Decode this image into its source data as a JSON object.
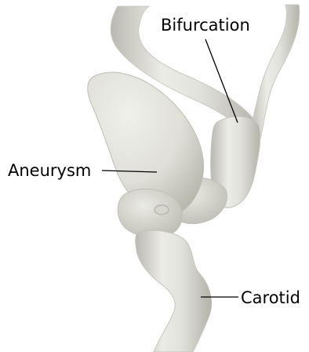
{
  "image": {
    "background": "#ffffff",
    "vessel_fill": "#e2e2dc",
    "vessel_shade": "#b7b7ae",
    "vessel_highlight": "#f2f2ee",
    "leader_color": "#000000"
  },
  "labels": {
    "bifurcation": "Bifurcation",
    "aneurysm": "Aneurysm",
    "carotid": "Carotid"
  }
}
